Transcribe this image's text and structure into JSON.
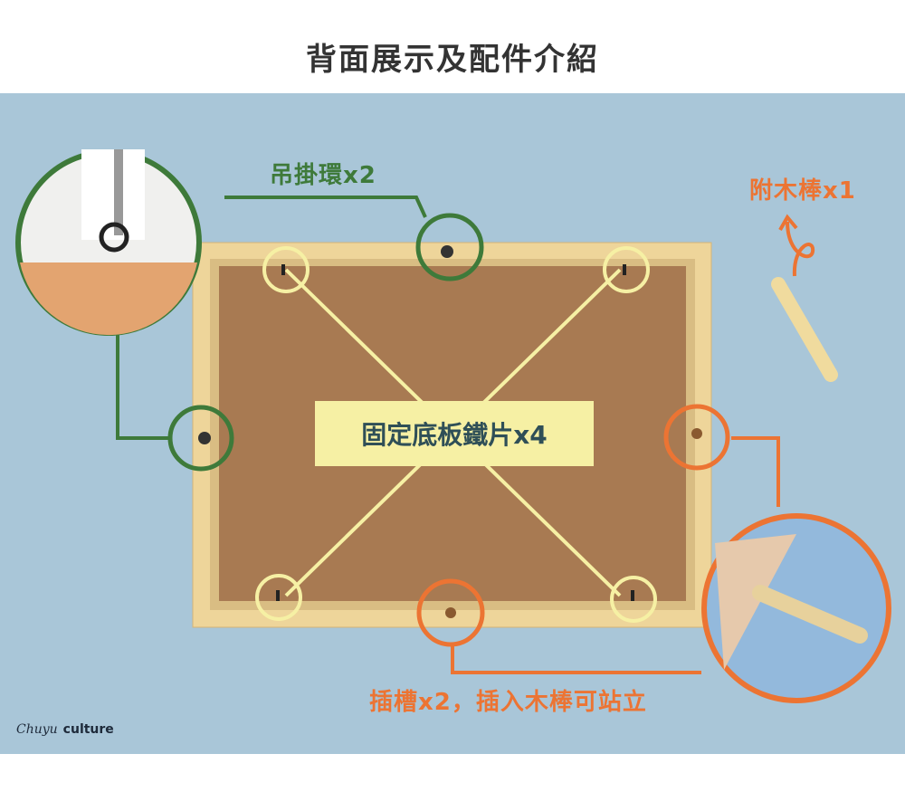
{
  "title": "背面展示及配件介紹",
  "labels": {
    "hanging_ring": "吊掛環x2",
    "wood_stick": "附木棒x1",
    "fixing_plates": "固定底板鐵片x4",
    "slots": "插槽x2，插入木棒可站立"
  },
  "logo": {
    "script": "Chuyu",
    "word": "culture"
  },
  "colors": {
    "green": "#3e7a3a",
    "orange": "#ec7433",
    "yellow": "#f6f0a4",
    "background": "#a9c6d8",
    "frame": "#e9cd8e",
    "board": "#a87a52"
  }
}
